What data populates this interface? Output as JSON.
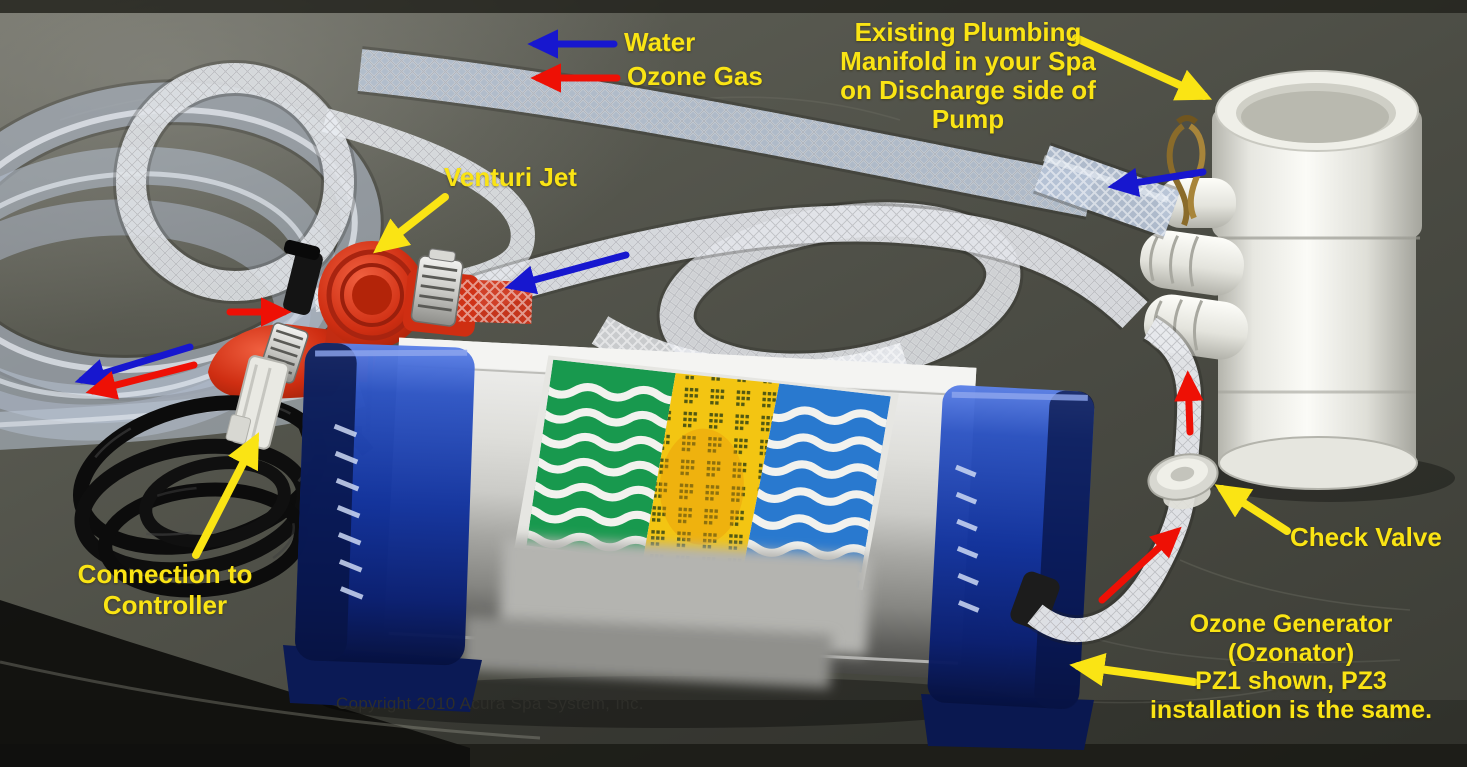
{
  "image_type": "annotated installation photograph",
  "colors": {
    "label_yellow": "#fae414",
    "water_arrow_blue": "#1717cf",
    "ozone_arrow_red": "#ee1005",
    "callout_arrow_yellow": "#fae414",
    "table_background": "#4b4c44",
    "copyright_text": "#2e2e29"
  },
  "legend": {
    "items": [
      {
        "label": "Water",
        "arrow_color": "#1717cf"
      },
      {
        "label": "Ozone Gas",
        "arrow_color": "#ee1005"
      }
    ]
  },
  "callouts": {
    "manifold": {
      "lines": [
        "Existing Plumbing",
        "Manifold in your Spa",
        "on Discharge side of",
        "Pump"
      ]
    },
    "venturi": {
      "label": "Venturi Jet"
    },
    "connection": {
      "lines": [
        "Connection to",
        "Controller"
      ]
    },
    "check_valve": {
      "label": "Check Valve"
    },
    "ozonator": {
      "lines": [
        "Ozone Generator",
        "(Ozonator)",
        "PZ1 shown, PZ3",
        "installation is the same."
      ]
    }
  },
  "copyright": "Copyright 2010 Acura Spa System, Inc.",
  "photo_parts": [
    "clear vinyl tubing coil",
    "braided clear tubing",
    "red venturi jet with hose clamps",
    "black controller cable with white connector",
    "ozone generator with blue end caps and wave logo label",
    "white PVC plumbing manifold with barb fittings and brass clip",
    "white check valve on ozone tube"
  ]
}
